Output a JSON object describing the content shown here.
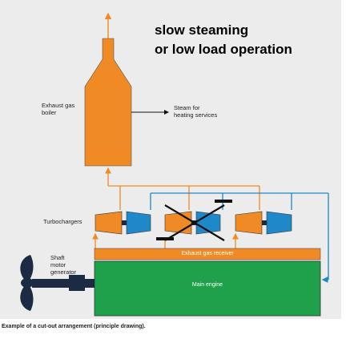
{
  "headline": {
    "line1": "slow steaming",
    "line2": "or low load operation"
  },
  "labels": {
    "boiler": "Exhaust gas\nboiler",
    "steam": "Steam for\nheating services",
    "turbochargers": "Turbochargers",
    "shaft": "Shaft\nmotor\ngenerator",
    "receiver": "Exhaust gas receiver",
    "engine": "Main engine"
  },
  "caption": "Example of a cut-out arrangement (principle drawing).",
  "colors": {
    "orange": "#f08a24",
    "blue": "#1f88c8",
    "green": "#1fa04a",
    "navy": "#1c2a44",
    "background": "#ececec"
  },
  "turbochargers": [
    {
      "state": "active"
    },
    {
      "state": "cut-out"
    },
    {
      "state": "active"
    }
  ]
}
